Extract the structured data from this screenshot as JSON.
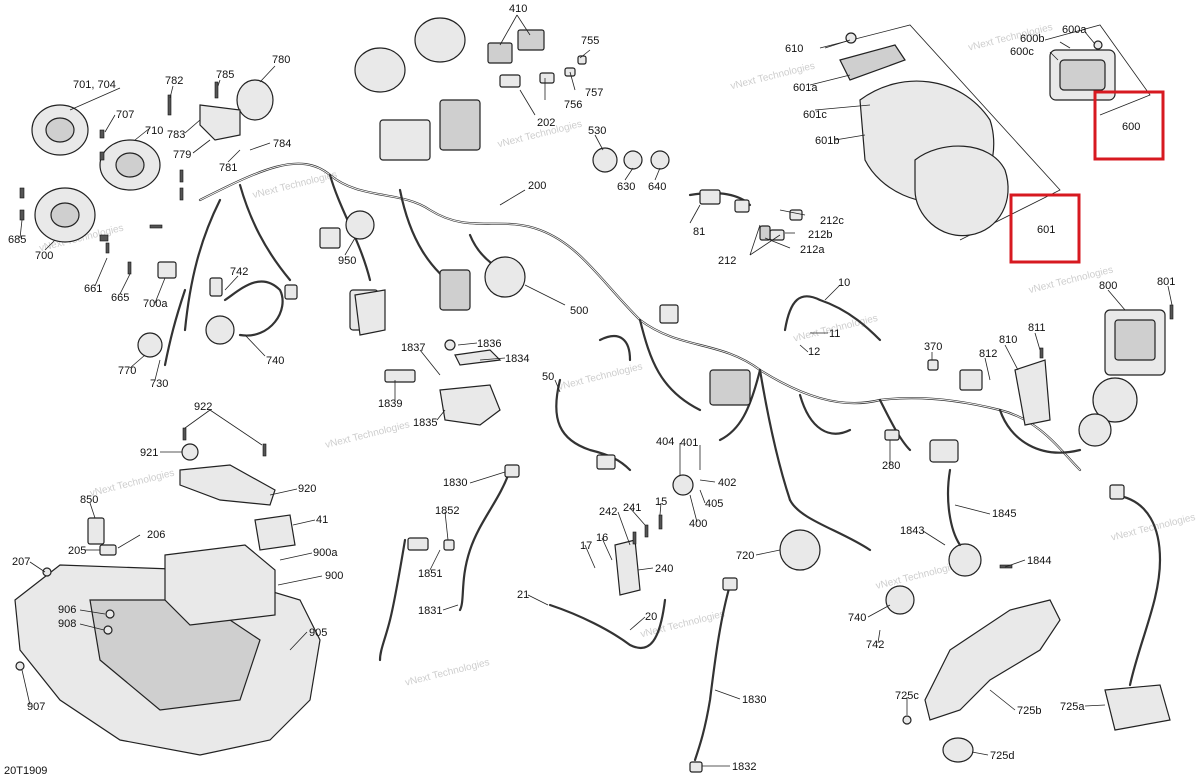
{
  "drawing_id": "20T1909",
  "watermark_text": "vNext Technologies",
  "highlight_color": "#d71920",
  "highlight_boxes": [
    "600",
    "601"
  ],
  "labels": {
    "l410": "410",
    "l755": "755",
    "l757": "757",
    "l756": "756",
    "l202": "202",
    "l530": "530",
    "l630": "630",
    "l640": "640",
    "l200": "200",
    "l610": "610",
    "l601a": "601a",
    "l601c": "601c",
    "l601b": "601b",
    "l600a": "600a",
    "l600b": "600b",
    "l600c": "600c",
    "l600": "600",
    "l601": "601",
    "l81": "81",
    "l212c": "212c",
    "l212b": "212b",
    "l212a": "212a",
    "l212": "212",
    "l701": "701, 704",
    "l707": "707",
    "l710": "710",
    "l782": "782",
    "l785": "785",
    "l780": "780",
    "l783": "783",
    "l779": "779",
    "l781": "781",
    "l784": "784",
    "l685": "685",
    "l700": "700",
    "l661": "661",
    "l665": "665",
    "l700a": "700a",
    "l742a": "742",
    "l740a": "740",
    "l770": "770",
    "l730": "730",
    "l950": "950",
    "l500": "500",
    "l10": "10",
    "l11": "11",
    "l12": "12",
    "l800": "800",
    "l801": "801",
    "l810": "810",
    "l811": "811",
    "l812": "812",
    "l370": "370",
    "l1837": "1837",
    "l1836": "1836",
    "l1834": "1834",
    "l1839": "1839",
    "l1835": "1835",
    "l50": "50",
    "l922": "922",
    "l921": "921",
    "l920": "920",
    "l850": "850",
    "l206": "206",
    "l205": "205",
    "l41": "41",
    "l207": "207",
    "l900a": "900a",
    "l900": "900",
    "l906": "906",
    "l908": "908",
    "l905": "905",
    "l907": "907",
    "l1830a": "1830",
    "l1852": "1852",
    "l1851": "1851",
    "l1831": "1831",
    "l404": "404",
    "l401": "401",
    "l402": "402",
    "l405": "405",
    "l400": "400",
    "l242": "242",
    "l241": "241",
    "l15": "15",
    "l17": "17",
    "l16": "16",
    "l240": "240",
    "l21": "21",
    "l20": "20",
    "l1830b": "1830",
    "l1832": "1832",
    "l720": "720",
    "l740b": "740",
    "l742b": "742",
    "l280": "280",
    "l1845": "1845",
    "l1843": "1843",
    "l1844": "1844",
    "l725c": "725c",
    "l725b": "725b",
    "l725a": "725a",
    "l725d": "725d"
  }
}
